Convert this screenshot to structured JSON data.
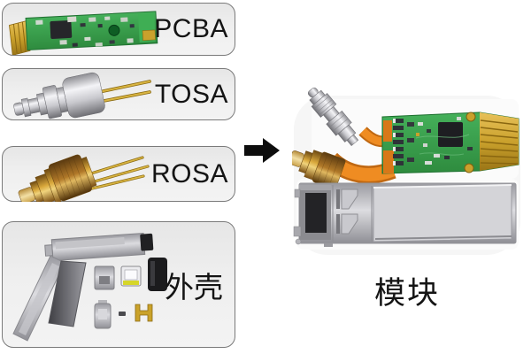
{
  "diagram": {
    "components": [
      {
        "id": "pcba",
        "label": "PCBA",
        "image": "pcba-photo"
      },
      {
        "id": "tosa",
        "label": "TOSA",
        "image": "tosa-photo"
      },
      {
        "id": "rosa",
        "label": "ROSA",
        "image": "rosa-photo"
      },
      {
        "id": "shell",
        "label": "外壳",
        "image": "shell-parts-photo"
      }
    ],
    "arrow": {
      "icon": "arrow-right-icon",
      "direction": "right"
    },
    "result": {
      "label": "模块",
      "image": "module-photo"
    }
  },
  "colors": {
    "background": "#ffffff",
    "card_background": "#ededed",
    "card_border": "#7a7a7a",
    "panel_background": "#f6f6f6",
    "arrow": "#0d0d0d",
    "text": "#141414",
    "pcb_green": "#34a04a",
    "gold": "#c9a22c",
    "flex_orange": "#e5801e",
    "metal_silver": "#c6c6cb"
  }
}
